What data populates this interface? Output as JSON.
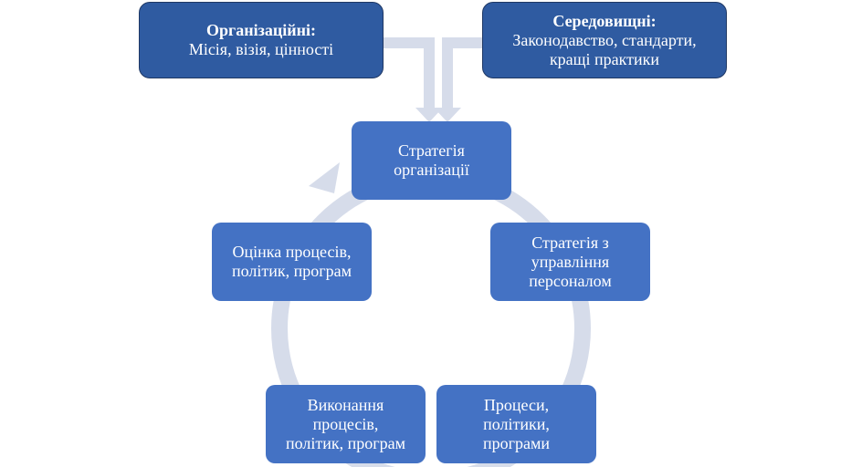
{
  "colors": {
    "node_fill": "#4472c4",
    "top_box_fill": "#2f5ba1",
    "top_box_border": "#1f3864",
    "cycle_arrow": "#d6dcea",
    "input_arrow": "#d6dcea",
    "text": "#ffffff"
  },
  "inputs": {
    "organizational": {
      "heading": "Організаційні:",
      "text": "Місія, візія, цінності"
    },
    "environmental": {
      "heading": "Середовищні:",
      "lines": [
        "Законодавство, стандарти,",
        "кращі практики"
      ]
    }
  },
  "cycle": {
    "nodes": [
      {
        "id": "strategy",
        "lines": [
          "Стратегія",
          "організації"
        ]
      },
      {
        "id": "hr-strategy",
        "lines": [
          "Стратегія з",
          "управління",
          "персоналом"
        ]
      },
      {
        "id": "processes",
        "lines": [
          "Процеси,",
          "політики,",
          "програми"
        ]
      },
      {
        "id": "execution",
        "lines": [
          "Виконання",
          "процесів,",
          "політик, програм"
        ]
      },
      {
        "id": "evaluation",
        "lines": [
          "Оцінка процесів,",
          "політик, програм"
        ]
      }
    ]
  }
}
